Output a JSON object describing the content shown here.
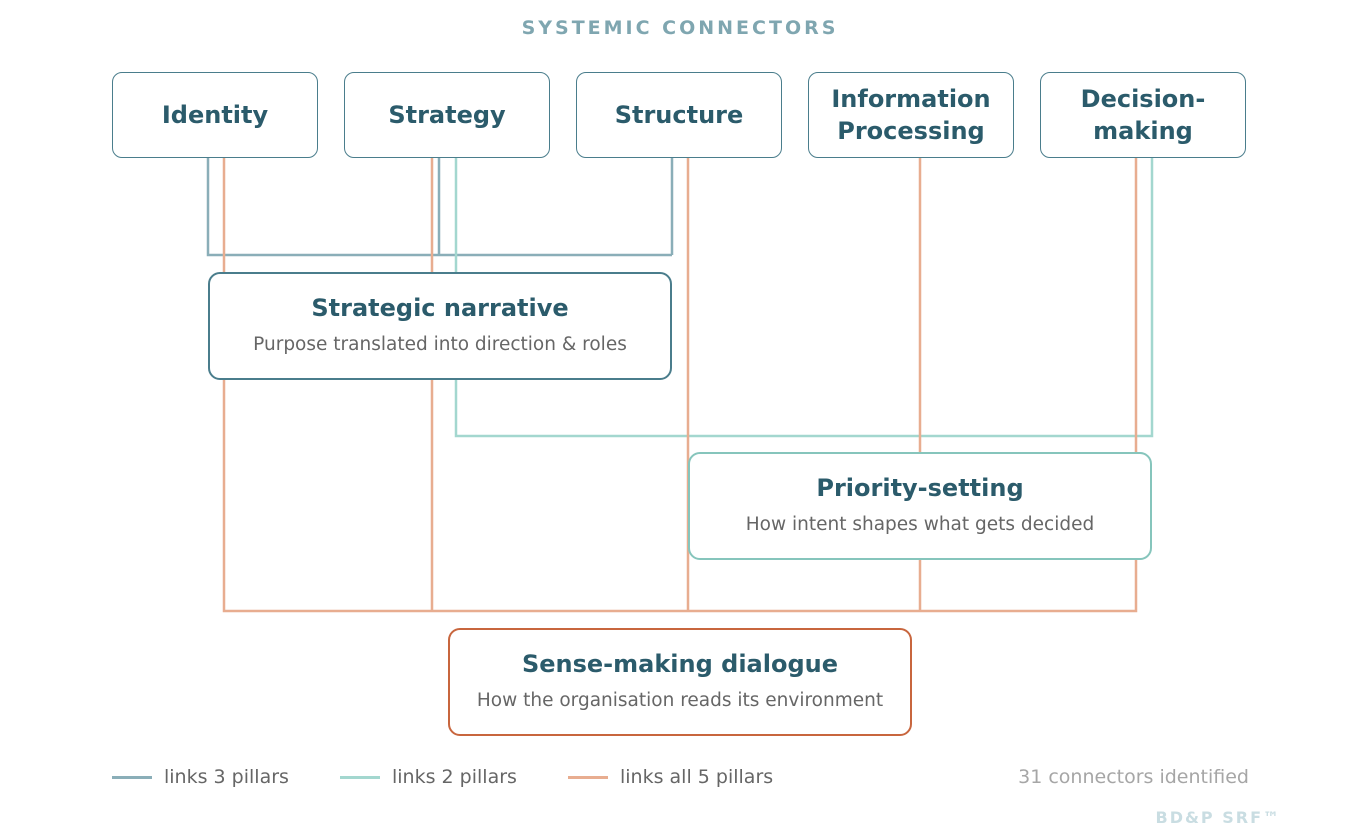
{
  "title": "SYSTEMIC CONNECTORS",
  "pillars": [
    {
      "label": "Identity"
    },
    {
      "label": "Strategy"
    },
    {
      "label": "Structure"
    },
    {
      "label": "Information Processing"
    },
    {
      "label": "Decision-making"
    }
  ],
  "connectors": [
    {
      "title": "Strategic narrative",
      "subtitle": "Purpose translated into direction & roles",
      "links": [
        "Identity",
        "Strategy",
        "Structure"
      ],
      "link_type": "links 3 pillars"
    },
    {
      "title": "Priority-setting",
      "subtitle": "How intent shapes what gets decided",
      "links": [
        "Strategy",
        "Decision-making"
      ],
      "link_type": "links 2 pillars"
    },
    {
      "title": "Sense-making dialogue",
      "subtitle": "How the organisation reads its environment",
      "links": [
        "Identity",
        "Strategy",
        "Structure",
        "Information Processing",
        "Decision-making"
      ],
      "link_type": "links all 5 pillars"
    }
  ],
  "legend": [
    {
      "label": "links 3 pillars",
      "color": "#8aaeb8"
    },
    {
      "label": "links 2 pillars",
      "color": "#a3d7cf"
    },
    {
      "label": "links all 5 pillars",
      "color": "#e8ad90"
    }
  ],
  "count_text": "31 connectors identified",
  "brand": "BD&P SRF™",
  "colors": {
    "pillar_border": "#4a7d8c",
    "three": "#8aaeb8",
    "two": "#a3d7cf",
    "five": "#e8ad90",
    "sense_border": "#c8663e"
  }
}
